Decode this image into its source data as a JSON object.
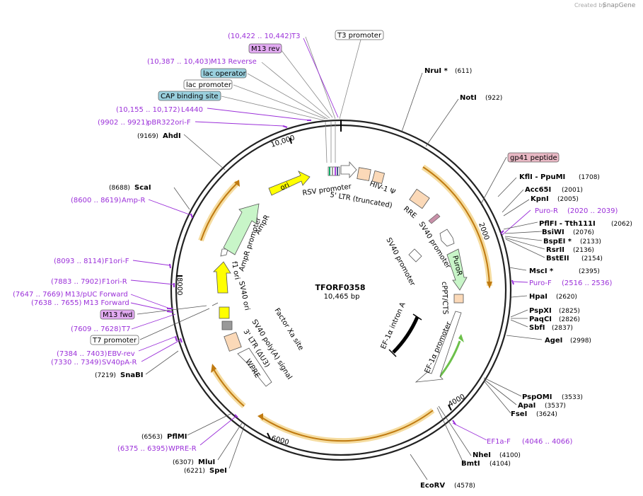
{
  "header": {
    "credit_prefix": "Created by",
    "credit_brand": "SnapGene"
  },
  "plasmid": {
    "name": "TFORF0358",
    "size": "10,465 bp"
  },
  "ticks": [
    "2000",
    "4000",
    "6000",
    "8000",
    "10,000"
  ],
  "sites_right": [
    {
      "name": "NruI *",
      "pos": "(611)"
    },
    {
      "name": "NotI",
      "pos": "(922)"
    },
    {
      "name": "KflI - PpuMI",
      "pos": "(1708)"
    },
    {
      "name": "Acc65I",
      "pos": "(2001)"
    },
    {
      "name": "KpnI",
      "pos": "(2005)"
    },
    {
      "name": "PflFI - Tth111I",
      "pos": "(2062)"
    },
    {
      "name": "BsiWI",
      "pos": "(2076)"
    },
    {
      "name": "BspEI *",
      "pos": "(2133)"
    },
    {
      "name": "RsrII",
      "pos": "(2136)"
    },
    {
      "name": "BstEII",
      "pos": "(2154)"
    },
    {
      "name": "MscI *",
      "pos": "(2395)"
    },
    {
      "name": "HpaI",
      "pos": "(2620)"
    },
    {
      "name": "PspXI",
      "pos": "(2825)"
    },
    {
      "name": "PaqCI",
      "pos": "(2826)"
    },
    {
      "name": "SbfI",
      "pos": "(2837)"
    },
    {
      "name": "AgeI",
      "pos": "(2998)"
    },
    {
      "name": "PspOMI",
      "pos": "(3533)"
    },
    {
      "name": "ApaI",
      "pos": "(3537)"
    },
    {
      "name": "FseI",
      "pos": "(3624)"
    },
    {
      "name": "NheI",
      "pos": "(4100)"
    },
    {
      "name": "BmtI",
      "pos": "(4104)"
    },
    {
      "name": "EcoRV",
      "pos": "(4578)"
    }
  ],
  "sites_left": [
    {
      "name": "AhdI",
      "pos": "(9169)"
    },
    {
      "name": "ScaI",
      "pos": "(8688)"
    },
    {
      "name": "SnaBI",
      "pos": "(7219)"
    },
    {
      "name": "PflMI",
      "pos": "(6563)"
    },
    {
      "name": "MluI",
      "pos": "(6307)"
    },
    {
      "name": "SpeI",
      "pos": "(6221)"
    }
  ],
  "primers": [
    {
      "name": "T3",
      "range": "(10,422 .. 10,442)"
    },
    {
      "name": "M13 Reverse",
      "range": "(10,387 .. 10,403)"
    },
    {
      "name": "L4440",
      "range": "(10,155 .. 10,172)"
    },
    {
      "name": "pBR322ori-F",
      "range": "(9902 .. 9921)"
    },
    {
      "name": "Amp-R",
      "range": "(8600 .. 8619)"
    },
    {
      "name": "F1ori-F",
      "range": "(8093 .. 8114)"
    },
    {
      "name": "F1ori-R",
      "range": "(7883 .. 7902)"
    },
    {
      "name": "M13/pUC Forward",
      "range": "(7647 .. 7669)"
    },
    {
      "name": "M13 Forward",
      "range": "(7638 .. 7655)"
    },
    {
      "name": "T7",
      "range": "(7609 .. 7628)"
    },
    {
      "name": "EBV-rev",
      "range": "(7384 .. 7403)"
    },
    {
      "name": "SV40pA-R",
      "range": "(7330 .. 7349)"
    },
    {
      "name": "WPRE-R",
      "range": "(6375 .. 6395)"
    },
    {
      "name": "Puro-R",
      "range": "(2020 .. 2039)"
    },
    {
      "name": "Puro-F",
      "range": "(2516 .. 2536)"
    },
    {
      "name": "EF1a-F",
      "range": "(4046 .. 4066)"
    }
  ],
  "boxed_labels": {
    "t3_promoter": "T3 promoter",
    "m13_rev": "M13 rev",
    "lac_operator": "lac operator",
    "lac_promoter": "lac promoter",
    "cap_site": "CAP binding site",
    "gp41": "gp41 peptide",
    "m13_fwd": "M13 fwd",
    "t7_promoter": "T7 promoter"
  },
  "features": {
    "rsv": "RSV promoter",
    "ltr5": "5' LTR (truncated)",
    "hiv": "HIV-1 Ψ",
    "rre": "RRE",
    "sv40p1": "SV40 promoter",
    "sv40p2": "SV40 promoter",
    "puror": "PuroR",
    "cppt": "cPPT/CTS",
    "ef1a_intron": "EF-1α intron A",
    "ef1a_prom": "EF-1α promoter",
    "wpre": "WPRE",
    "ltr3": "3' LTR (ΔU3)",
    "sv40pa": "SV40 poly(A) signal",
    "factorxa": "Factor Xa site",
    "sv40ori": "SV40 ori",
    "f1ori": "f1 ori",
    "ampr_prom": "AmpR promoter",
    "ampr": "AmpR",
    "ori": "ori"
  },
  "colors": {
    "primer": "#9b30d9",
    "orf": "#f4a82a",
    "ori": "#ffff00",
    "ampr": "#c8f5c8",
    "boxed_purple": "#e2aaf2",
    "boxed_teal": "#9ad0de",
    "gp41": "#e8b8c4"
  }
}
